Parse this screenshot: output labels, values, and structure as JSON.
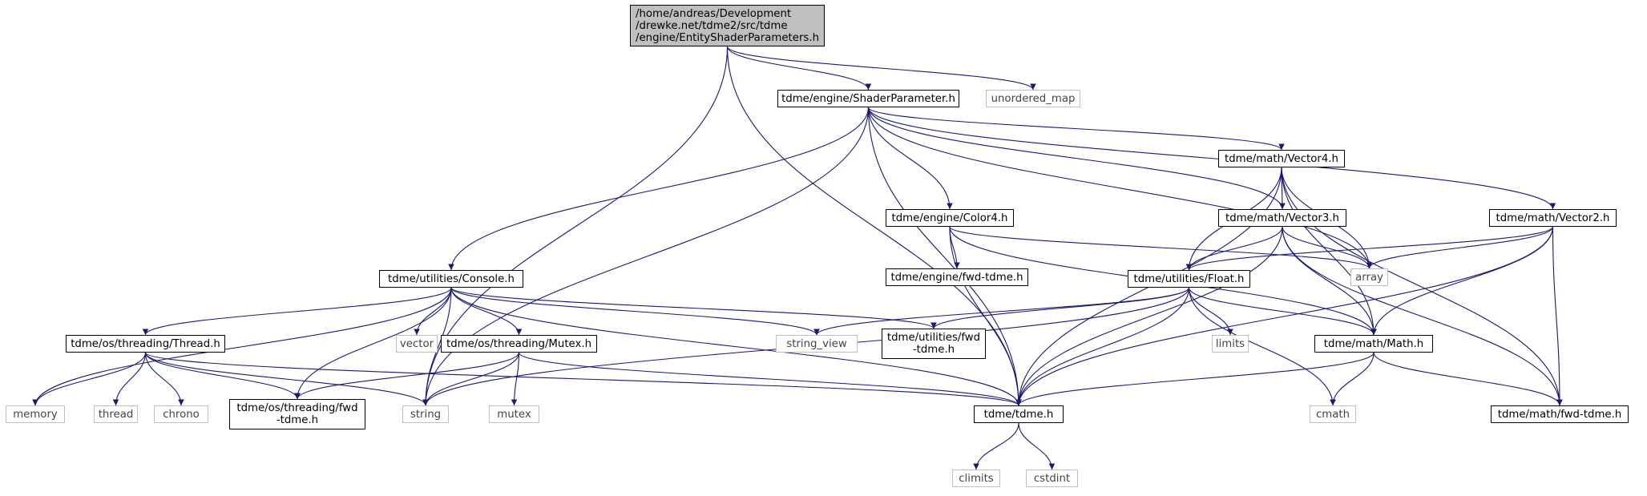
{
  "graph": {
    "edge_color": "#191970",
    "root_fill": "#bfbfbf",
    "external_border": "#bfbfbf",
    "nodes": [
      {
        "id": "root",
        "label": "/home/andreas/Development\n/drewke.net/tdme2/src/tdme\n/engine/EntityShaderParameters.h",
        "kind": "root"
      },
      {
        "id": "shaderparam",
        "label": "tdme/engine/ShaderParameter.h",
        "kind": "file"
      },
      {
        "id": "unordered_map",
        "label": "unordered_map",
        "kind": "external"
      },
      {
        "id": "vector4",
        "label": "tdme/math/Vector4.h",
        "kind": "file"
      },
      {
        "id": "color4",
        "label": "tdme/engine/Color4.h",
        "kind": "file"
      },
      {
        "id": "vector3",
        "label": "tdme/math/Vector3.h",
        "kind": "file"
      },
      {
        "id": "vector2",
        "label": "tdme/math/Vector2.h",
        "kind": "file"
      },
      {
        "id": "enginefwd",
        "label": "tdme/engine/fwd-tdme.h",
        "kind": "file"
      },
      {
        "id": "array",
        "label": "array",
        "kind": "external"
      },
      {
        "id": "console",
        "label": "tdme/utilities/Console.h",
        "kind": "file"
      },
      {
        "id": "float",
        "label": "tdme/utilities/Float.h",
        "kind": "file"
      },
      {
        "id": "thread",
        "label": "tdme/os/threading/Thread.h",
        "kind": "file"
      },
      {
        "id": "vector",
        "label": "vector",
        "kind": "external"
      },
      {
        "id": "mutex_h",
        "label": "tdme/os/threading/Mutex.h",
        "kind": "file"
      },
      {
        "id": "string_view",
        "label": "string_view",
        "kind": "external"
      },
      {
        "id": "utilfwd",
        "label": "tdme/utilities/fwd\n-tdme.h",
        "kind": "file"
      },
      {
        "id": "limits",
        "label": "limits",
        "kind": "external"
      },
      {
        "id": "math",
        "label": "tdme/math/Math.h",
        "kind": "file"
      },
      {
        "id": "memory",
        "label": "memory",
        "kind": "external"
      },
      {
        "id": "thread_std",
        "label": "thread",
        "kind": "external"
      },
      {
        "id": "chrono",
        "label": "chrono",
        "kind": "external"
      },
      {
        "id": "threadfwd",
        "label": "tdme/os/threading/fwd\n-tdme.h",
        "kind": "file"
      },
      {
        "id": "string",
        "label": "string",
        "kind": "external"
      },
      {
        "id": "mutex_std",
        "label": "mutex",
        "kind": "external"
      },
      {
        "id": "tdme",
        "label": "tdme/tdme.h",
        "kind": "file"
      },
      {
        "id": "cmath",
        "label": "cmath",
        "kind": "external"
      },
      {
        "id": "mathfwd",
        "label": "tdme/math/fwd-tdme.h",
        "kind": "file"
      },
      {
        "id": "climits",
        "label": "climits",
        "kind": "external"
      },
      {
        "id": "cstdint",
        "label": "cstdint",
        "kind": "external"
      }
    ],
    "edges": [
      [
        "root",
        "shaderparam"
      ],
      [
        "root",
        "unordered_map"
      ],
      [
        "root",
        "string"
      ],
      [
        "root",
        "tdme"
      ],
      [
        "shaderparam",
        "vector4"
      ],
      [
        "shaderparam",
        "vector3"
      ],
      [
        "shaderparam",
        "vector2"
      ],
      [
        "shaderparam",
        "color4"
      ],
      [
        "shaderparam",
        "array"
      ],
      [
        "shaderparam",
        "console"
      ],
      [
        "shaderparam",
        "string"
      ],
      [
        "shaderparam",
        "tdme"
      ],
      [
        "vector4",
        "vector3"
      ],
      [
        "vector4",
        "float"
      ],
      [
        "vector4",
        "math"
      ],
      [
        "vector4",
        "array"
      ],
      [
        "vector4",
        "tdme"
      ],
      [
        "vector4",
        "mathfwd"
      ],
      [
        "color4",
        "enginefwd"
      ],
      [
        "color4",
        "array"
      ],
      [
        "color4",
        "math"
      ],
      [
        "color4",
        "tdme"
      ],
      [
        "vector3",
        "float"
      ],
      [
        "vector3",
        "math"
      ],
      [
        "vector3",
        "array"
      ],
      [
        "vector3",
        "tdme"
      ],
      [
        "vector3",
        "mathfwd"
      ],
      [
        "vector2",
        "float"
      ],
      [
        "vector2",
        "math"
      ],
      [
        "vector2",
        "array"
      ],
      [
        "vector2",
        "tdme"
      ],
      [
        "vector2",
        "mathfwd"
      ],
      [
        "console",
        "thread"
      ],
      [
        "console",
        "mutex_h"
      ],
      [
        "console",
        "vector"
      ],
      [
        "console",
        "string_view"
      ],
      [
        "console",
        "utilfwd"
      ],
      [
        "console",
        "memory"
      ],
      [
        "console",
        "string"
      ],
      [
        "console",
        "tdme"
      ],
      [
        "console",
        "threadfwd"
      ],
      [
        "float",
        "string_view"
      ],
      [
        "float",
        "utilfwd"
      ],
      [
        "float",
        "limits"
      ],
      [
        "float",
        "math"
      ],
      [
        "float",
        "cmath"
      ],
      [
        "float",
        "string"
      ],
      [
        "float",
        "tdme"
      ],
      [
        "thread",
        "memory"
      ],
      [
        "thread",
        "thread_std"
      ],
      [
        "thread",
        "chrono"
      ],
      [
        "thread",
        "threadfwd"
      ],
      [
        "thread",
        "string"
      ],
      [
        "thread",
        "tdme"
      ],
      [
        "mutex_h",
        "threadfwd"
      ],
      [
        "mutex_h",
        "mutex_std"
      ],
      [
        "mutex_h",
        "string"
      ],
      [
        "mutex_h",
        "tdme"
      ],
      [
        "math",
        "cmath"
      ],
      [
        "math",
        "tdme"
      ],
      [
        "math",
        "mathfwd"
      ],
      [
        "tdme",
        "climits"
      ],
      [
        "tdme",
        "cstdint"
      ]
    ]
  }
}
